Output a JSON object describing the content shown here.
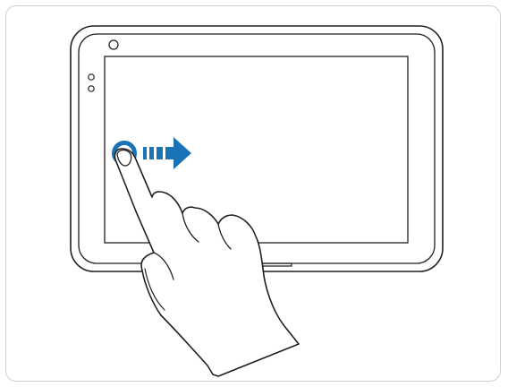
{
  "illustration": {
    "subject": "tablet-swipe-right-gesture",
    "colors": {
      "outline": "#231f20",
      "accent": "#1a73b4",
      "frame_border": "#cfcfcf",
      "background": "#ffffff"
    },
    "gesture": {
      "type": "swipe",
      "direction": "right"
    },
    "icons": [
      "touch-point-icon",
      "swipe-right-arrow-icon",
      "hand-pointing-icon"
    ]
  }
}
